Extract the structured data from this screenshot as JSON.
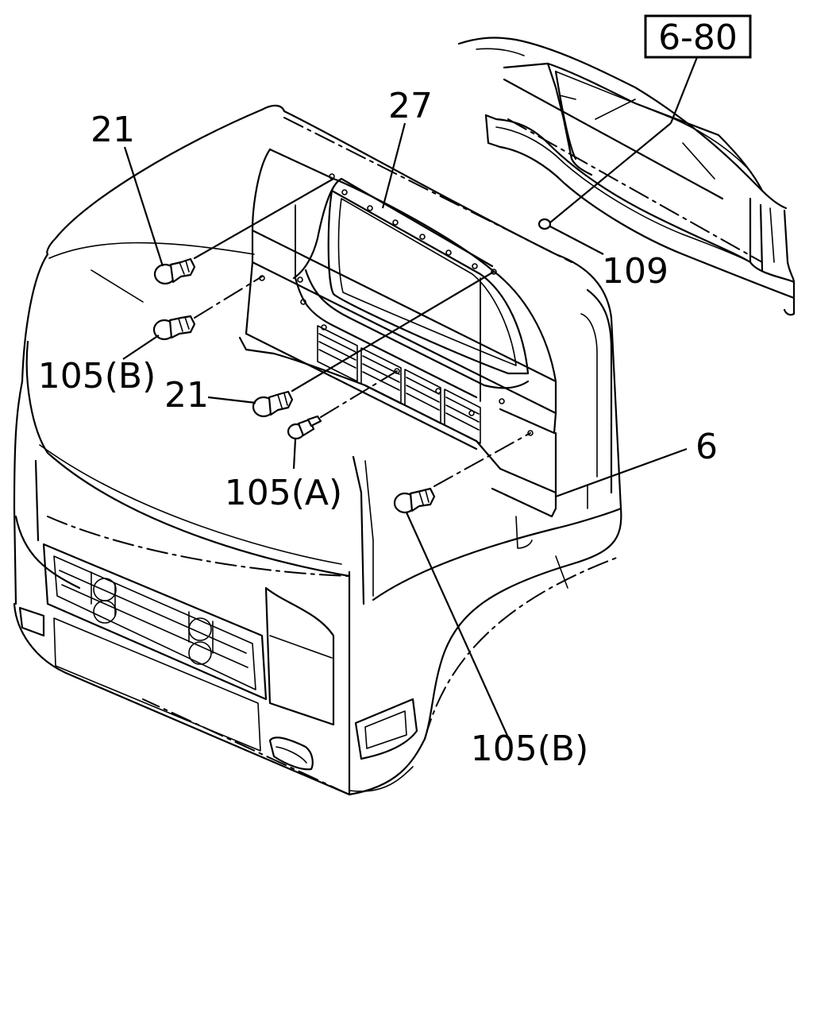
{
  "reference_box": {
    "label": "6-80"
  },
  "callouts": [
    {
      "id": "21-top",
      "label": "21"
    },
    {
      "id": "27",
      "label": "27"
    },
    {
      "id": "109",
      "label": "109"
    },
    {
      "id": "105b-left",
      "label": "105(B)"
    },
    {
      "id": "21-mid",
      "label": "21"
    },
    {
      "id": "105a",
      "label": "105(A)"
    },
    {
      "id": "6",
      "label": "6"
    },
    {
      "id": "105b-bottom",
      "label": "105(B)"
    }
  ]
}
